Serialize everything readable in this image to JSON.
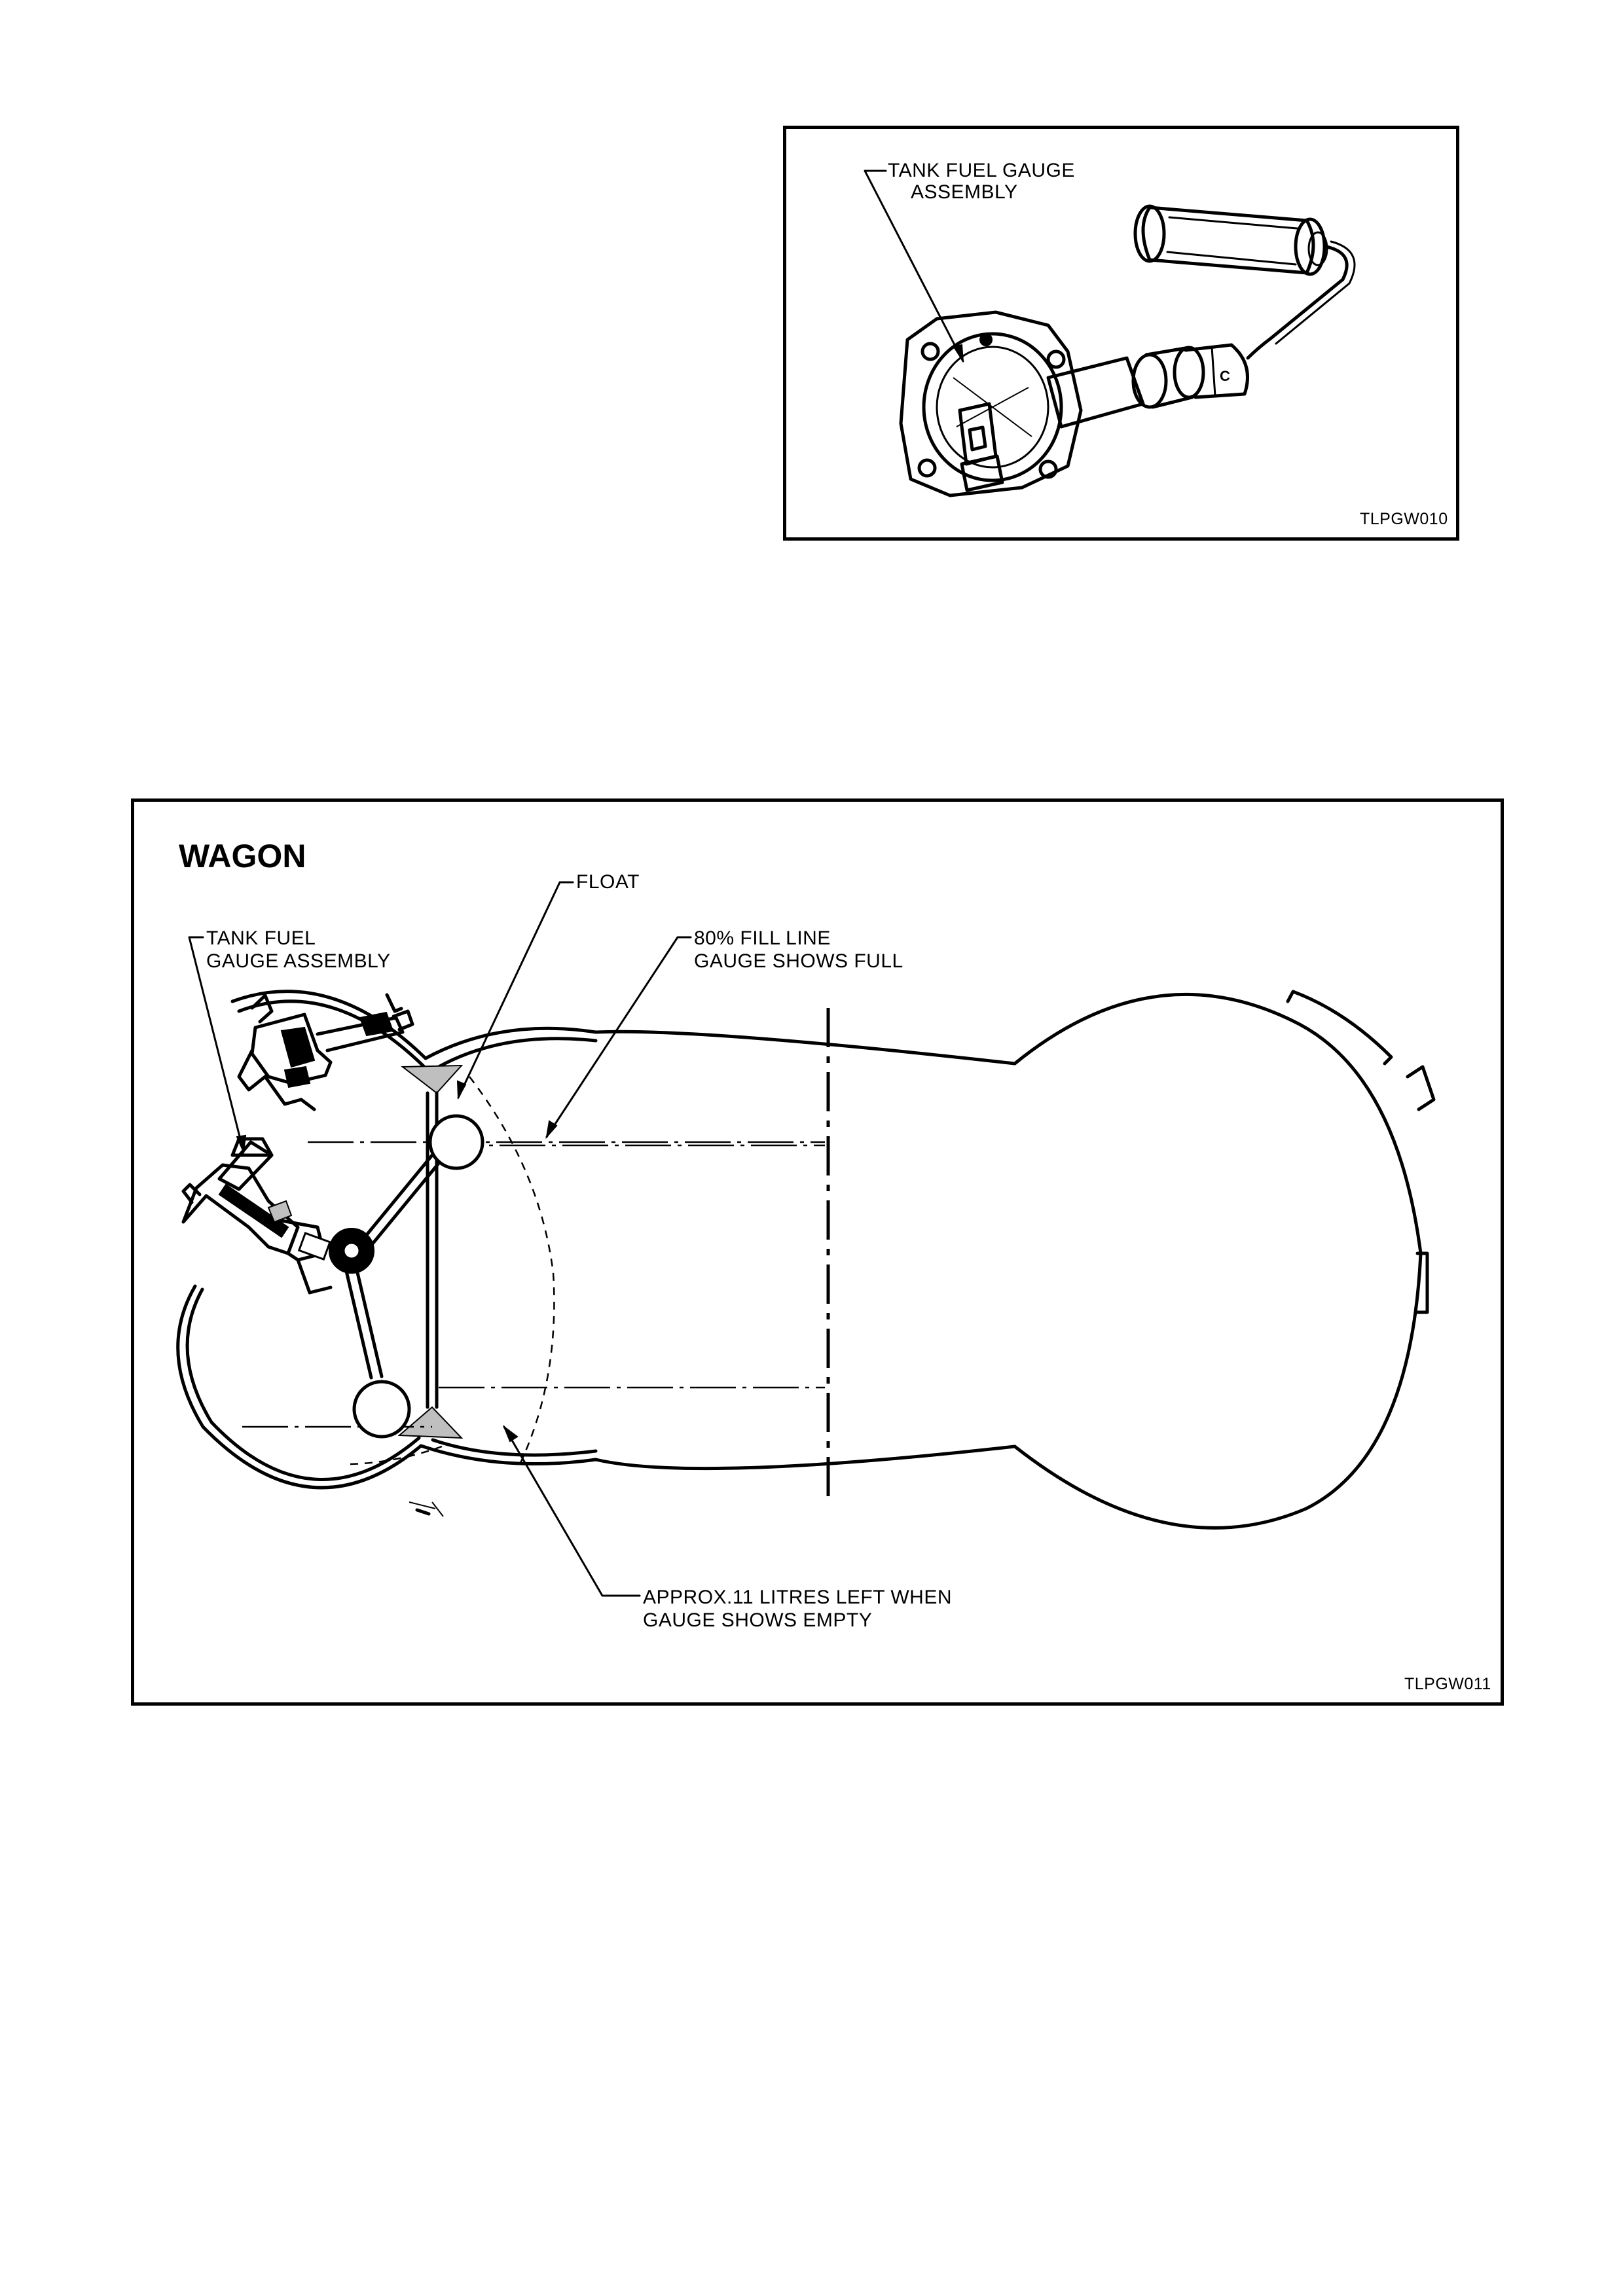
{
  "figure_1": {
    "callout_line1": "TANK FUEL GAUGE",
    "callout_line2": "ASSEMBLY",
    "part_letter": "C",
    "ref_code": "TLPGW010"
  },
  "figure_2": {
    "title": "WAGON",
    "labels": {
      "float": "FLOAT",
      "gauge_line1": "TANK FUEL",
      "gauge_line2": "GAUGE ASSEMBLY",
      "fill_line1": "80% FILL LINE",
      "fill_line2": "GAUGE SHOWS FULL",
      "empty_line1": "APPROX.11 LITRES LEFT WHEN",
      "empty_line2": "GAUGE SHOWS EMPTY"
    },
    "ref_code": "TLPGW011"
  }
}
